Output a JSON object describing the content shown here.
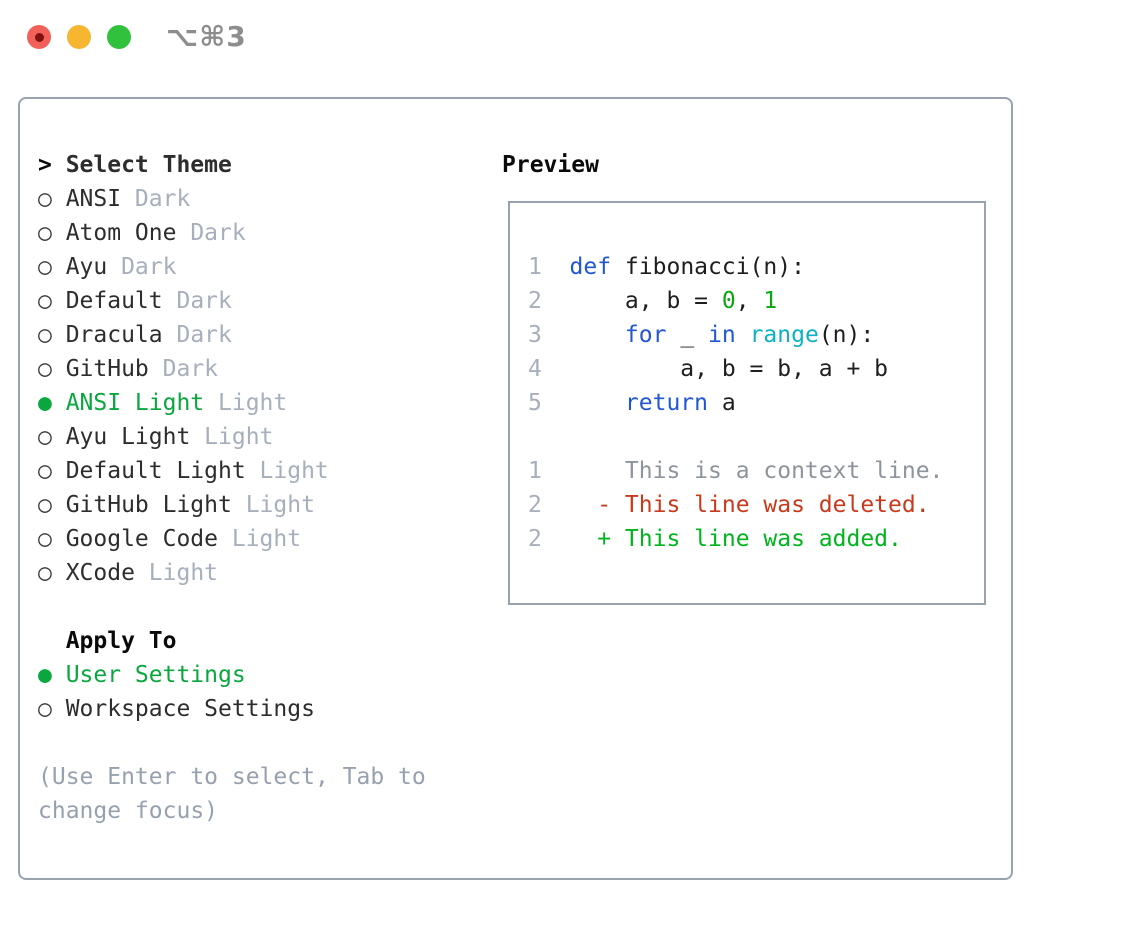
{
  "window": {
    "shortcut_label": "⌥⌘3",
    "controls": [
      "close",
      "minimize",
      "zoom"
    ]
  },
  "colors": {
    "panel_border": "#99a3ae",
    "selected_green": "#0aa63e",
    "badge_gray": "#a6afbb",
    "hint_gray": "#97a1ad",
    "keyword_blue": "#2156d4",
    "builtin_cyan": "#0cb2c4",
    "number_green": "#09a80e",
    "diff_deleted_red": "#c93a1d",
    "diff_added_green": "#00b41e",
    "traffic_red": "#f2605a",
    "traffic_yellow": "#f6b62f",
    "traffic_green": "#32c13c"
  },
  "theme_menu": {
    "prompt": ">",
    "title": "Select Theme",
    "unselected_marker": "○",
    "selected_marker": "●",
    "items": [
      {
        "name": "ANSI",
        "badge": "Dark",
        "selected": false
      },
      {
        "name": "Atom One",
        "badge": "Dark",
        "selected": false
      },
      {
        "name": "Ayu",
        "badge": "Dark",
        "selected": false
      },
      {
        "name": "Default",
        "badge": "Dark",
        "selected": false
      },
      {
        "name": "Dracula",
        "badge": "Dark",
        "selected": false
      },
      {
        "name": "GitHub",
        "badge": "Dark",
        "selected": false
      },
      {
        "name": "ANSI Light",
        "badge": "Light",
        "selected": true
      },
      {
        "name": "Ayu Light",
        "badge": "Light",
        "selected": false
      },
      {
        "name": "Default Light",
        "badge": "Light",
        "selected": false
      },
      {
        "name": "GitHub Light",
        "badge": "Light",
        "selected": false
      },
      {
        "name": "Google Code",
        "badge": "Light",
        "selected": false
      },
      {
        "name": "XCode",
        "badge": "Light",
        "selected": false
      }
    ]
  },
  "apply_to": {
    "title": "Apply To",
    "options": [
      {
        "label": "User Settings",
        "selected": true
      },
      {
        "label": "Workspace Settings",
        "selected": false
      }
    ]
  },
  "hints": [
    "(Use Enter to select, Tab to",
    "change focus)"
  ],
  "preview": {
    "title": "Preview",
    "code_lines": [
      {
        "num": "1",
        "tokens": [
          {
            "t": "def",
            "c": "kw"
          },
          {
            "t": " fibonacci(n):",
            "c": "plain"
          }
        ]
      },
      {
        "num": "2",
        "tokens": [
          {
            "t": "    a, b = ",
            "c": "plain"
          },
          {
            "t": "0",
            "c": "num"
          },
          {
            "t": ", ",
            "c": "plain"
          },
          {
            "t": "1",
            "c": "num"
          }
        ]
      },
      {
        "num": "3",
        "tokens": [
          {
            "t": "    ",
            "c": "plain"
          },
          {
            "t": "for",
            "c": "kw"
          },
          {
            "t": " _ ",
            "c": "plain"
          },
          {
            "t": "in",
            "c": "kw"
          },
          {
            "t": " ",
            "c": "plain"
          },
          {
            "t": "range",
            "c": "builtin"
          },
          {
            "t": "(n):",
            "c": "plain"
          }
        ]
      },
      {
        "num": "4",
        "tokens": [
          {
            "t": "        a, b = b, a + b",
            "c": "plain"
          }
        ]
      },
      {
        "num": "5",
        "tokens": [
          {
            "t": "    ",
            "c": "plain"
          },
          {
            "t": "return",
            "c": "kw"
          },
          {
            "t": " a",
            "c": "plain"
          }
        ]
      },
      {
        "num": "",
        "tokens": []
      },
      {
        "num": "1",
        "tokens": [
          {
            "t": "    This is a context line.",
            "c": "ctx"
          }
        ]
      },
      {
        "num": "2",
        "tokens": [
          {
            "t": "  - This line was deleted.",
            "c": "del"
          }
        ]
      },
      {
        "num": "2",
        "tokens": [
          {
            "t": "  + This line was added.",
            "c": "add"
          }
        ]
      }
    ]
  }
}
